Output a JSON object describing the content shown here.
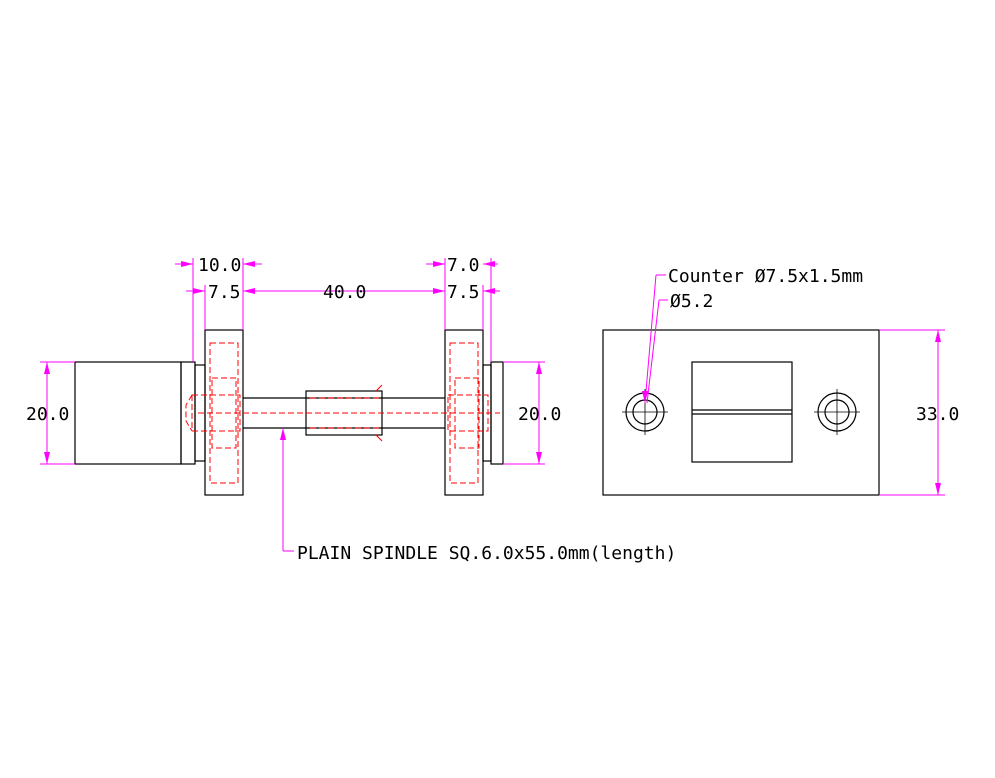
{
  "dimensions": {
    "left_rose_width": "10.0",
    "left_rose_inner": "7.5",
    "rose_spacing": "40.0",
    "right_rose_width": "7.0",
    "right_rose_inner": "7.5",
    "left_knob_dia": "20.0",
    "right_knob_dia": "20.0",
    "plate_height": "33.0"
  },
  "annotations": {
    "counter": "Counter Ø7.5x1.5mm",
    "hole": "Ø5.2",
    "spindle": "PLAIN SPINDLE SQ.6.0x55.0mm(length)"
  },
  "colors": {
    "outline": "#000000",
    "hidden": "#ff0000",
    "dimension": "#ff00ff"
  }
}
